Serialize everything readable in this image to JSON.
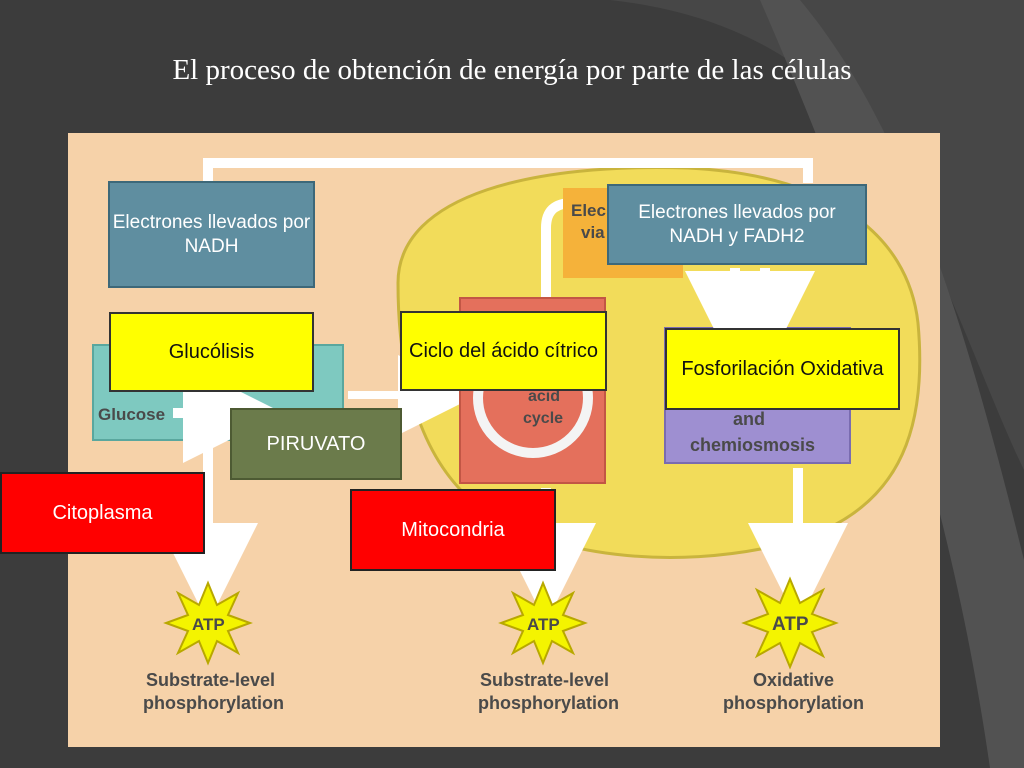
{
  "title": "El proceso de obtención de energía por parte de las células",
  "figure": {
    "process_boxes": {
      "glycolysis_text": "Glucose",
      "cycle_text_1": "acid",
      "cycle_text_2": "cycle",
      "oxphos_text_1": "and",
      "oxphos_text_2": "chemiosmosis",
      "electrons_top_1": "Elec",
      "electrons_top_2": "via"
    },
    "atp": [
      {
        "label": "ATP",
        "caption_1": "Substrate-level",
        "caption_2": "phosphorylation"
      },
      {
        "label": "ATP",
        "caption_1": "Substrate-level",
        "caption_2": "phosphorylation"
      },
      {
        "label": "ATP",
        "caption_1": "Oxidative",
        "caption_2": "phosphorylation"
      }
    ]
  },
  "labels": {
    "nadh_electrons": "Electrones llevados por NADH",
    "nadh_fadh2_electrons": "Electrones llevados por NADH y FADH2",
    "glycolysis": "Glucólisis",
    "citric_acid_cycle": "Ciclo del ácido cítrico",
    "oxidative_phosphorylation": "Fosforilación Oxidativa",
    "pyruvate": "PIRUVATO",
    "cytoplasm": "Citoplasma",
    "mitochondria": "Mitocondria"
  }
}
